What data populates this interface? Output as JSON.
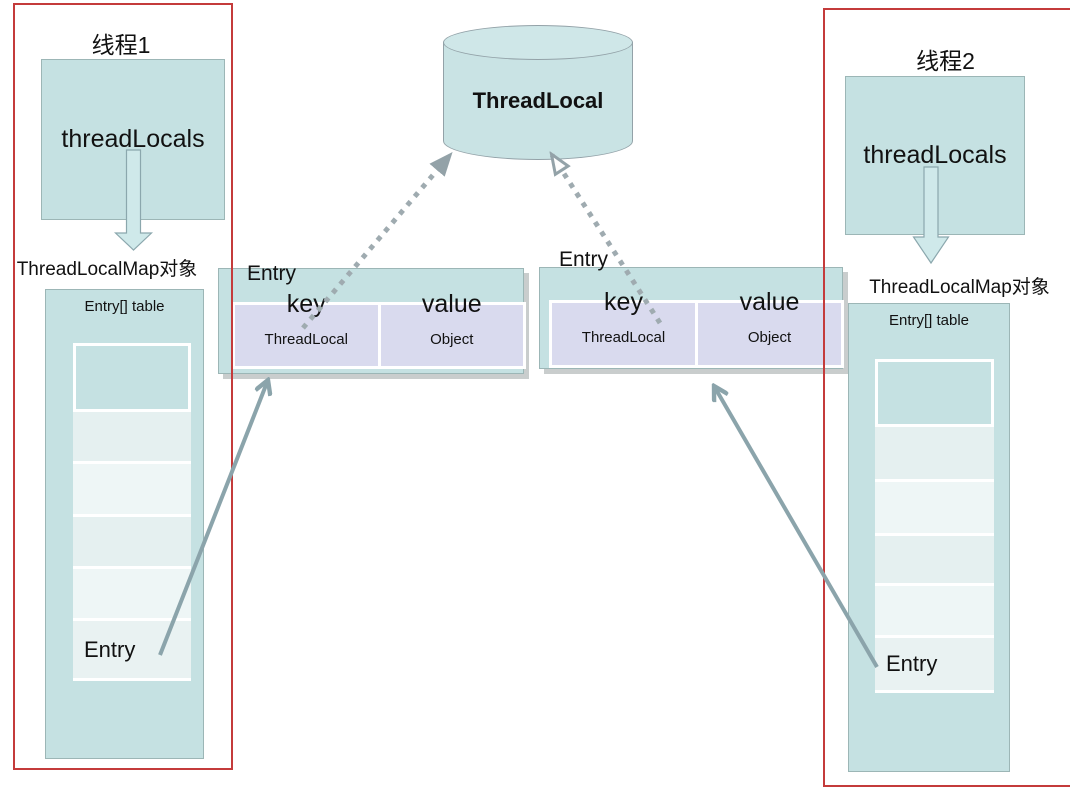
{
  "cylinder": {
    "label": "ThreadLocal"
  },
  "threads": [
    {
      "title": "线程1",
      "field": "threadLocals",
      "map_label": "ThreadLocalMap对象",
      "table_title": "Entry[] table",
      "entry_slot_label": "Entry",
      "slot_count": 6
    },
    {
      "title": "线程2",
      "field": "threadLocals",
      "map_label": "ThreadLocalMap对象",
      "table_title": "Entry[] table",
      "entry_slot_label": "Entry",
      "slot_count": 6
    }
  ],
  "entry_boxes": [
    {
      "label": "Entry",
      "key_header": "key",
      "value_header": "value",
      "key_type": "ThreadLocal",
      "value_type": "Object"
    },
    {
      "label": "Entry",
      "key_header": "key",
      "value_header": "value",
      "key_type": "ThreadLocal",
      "value_type": "Object"
    }
  ],
  "colors": {
    "box_fill": "#c5e1e2",
    "box_stroke": "#9cb6b6",
    "slot_light": "#e5f0f0",
    "slot_lighter": "#eef6f6",
    "kv_fill": "#d9daee",
    "thread_border": "#c43b3b",
    "arrow_gray": "#8ba4ab",
    "dot_gray": "#9fabb0",
    "down_arrow_fill": "#cfe9ea"
  }
}
